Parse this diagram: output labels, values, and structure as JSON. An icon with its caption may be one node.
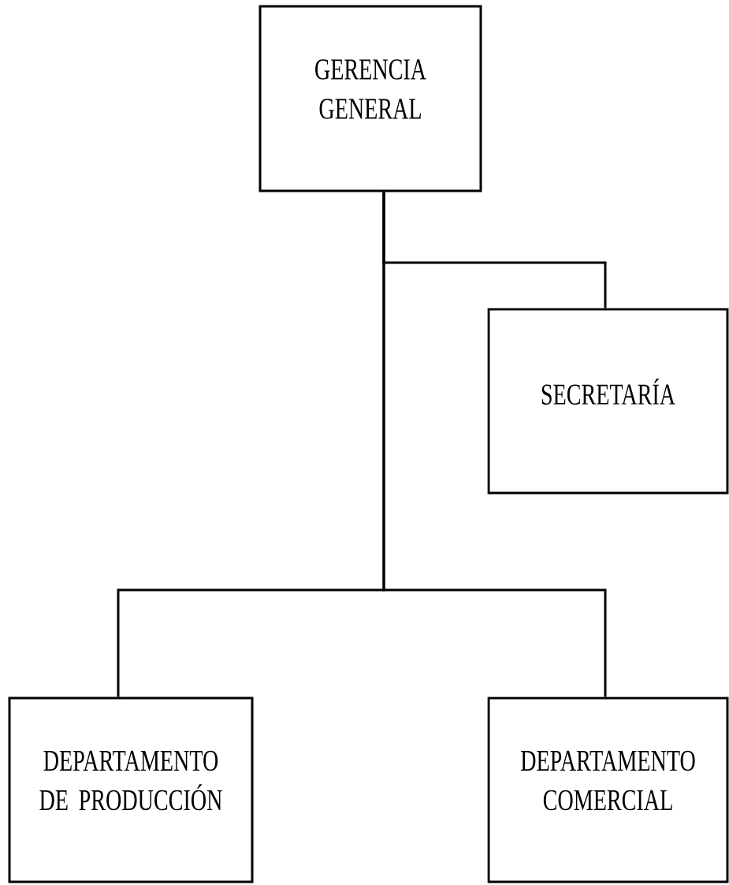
{
  "diagram": {
    "nodes": [
      {
        "text": [
          "GERENCIA GENERAL"
        ]
      },
      {
        "text": [
          "SECRETARÍA"
        ]
      },
      {
        "text": [
          "DEPARTAMENTO DE PRODUCCIÓN"
        ]
      },
      {
        "text": [
          "DEPARTAMENTO COMERCIAL"
        ]
      }
    ],
    "edges": [
      {
        "from": 0,
        "to": 1,
        "arrow": "none"
      },
      {
        "from": 0,
        "to": 2,
        "arrow": "none"
      },
      {
        "from": 0,
        "to": 3,
        "arrow": "none"
      }
    ]
  }
}
